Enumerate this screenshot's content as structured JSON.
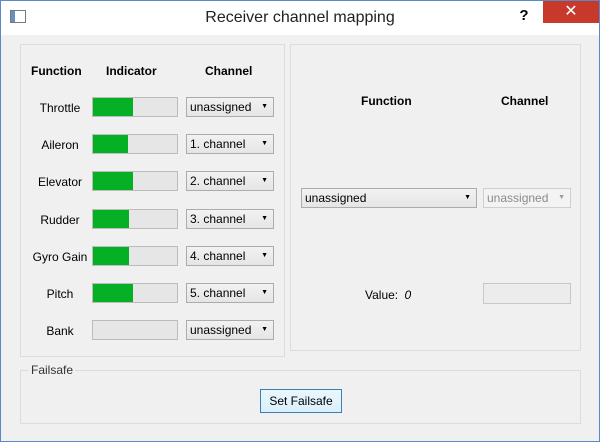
{
  "window": {
    "title": "Receiver channel mapping",
    "help_label": "?",
    "close_label": "✕"
  },
  "left_panel": {
    "headers": {
      "function": "Function",
      "indicator": "Indicator",
      "channel": "Channel"
    },
    "rows": [
      {
        "function": "Throttle",
        "level_pct": 48,
        "channel": "unassigned"
      },
      {
        "function": "Aileron",
        "level_pct": 42,
        "channel": "1. channel"
      },
      {
        "function": "Elevator",
        "level_pct": 48,
        "channel": "2. channel"
      },
      {
        "function": "Rudder",
        "level_pct": 43,
        "channel": "3. channel"
      },
      {
        "function": "Gyro Gain",
        "level_pct": 43,
        "channel": "4. channel"
      },
      {
        "function": "Pitch",
        "level_pct": 48,
        "channel": "5. channel"
      },
      {
        "function": "Bank",
        "level_pct": 0,
        "channel": "unassigned"
      }
    ]
  },
  "right_panel": {
    "headers": {
      "function": "Function",
      "channel": "Channel"
    },
    "function_select": "unassigned",
    "channel_select": "unassigned",
    "value_label": "Value:",
    "value": "0"
  },
  "failsafe": {
    "group_title": "Failsafe",
    "button_label": "Set Failsafe"
  },
  "colors": {
    "indicator_fill": "#06b025",
    "close_button": "#c7392b"
  }
}
